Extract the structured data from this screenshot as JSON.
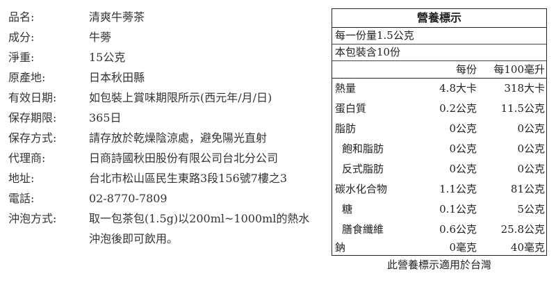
{
  "product_info": [
    {
      "label": "品名:",
      "value": "清爽牛蒡茶"
    },
    {
      "label": "成分:",
      "value": "牛蒡"
    },
    {
      "label": "淨重:",
      "value": "15公克"
    },
    {
      "label": "原產地:",
      "value": "日本秋田縣"
    },
    {
      "label": "有效日期:",
      "value": "如包裝上賞味期限所示(西元年/月/日)"
    },
    {
      "label": "保存期限:",
      "value": "365日"
    },
    {
      "label": "保存方式:",
      "value": "請存放於乾燥陰涼處，避免陽光直射"
    },
    {
      "label": "代理商:",
      "value": "日商詩國秋田股份有限公司台北分公司"
    },
    {
      "label": "地址:",
      "value": "台北市松山區民生東路3段156號7樓之3"
    },
    {
      "label": "電話:",
      "value": "02-8770-7809"
    },
    {
      "label": "沖泡方式:",
      "value": "取一包茶包(1.5g)以200ml~1000ml的熱水"
    }
  ],
  "brewing_continued": "沖泡後即可飲用。",
  "nutrition": {
    "title": "營養標示",
    "serving_size": "每一份量1.5公克",
    "servings_per_package": "本包裝含10份",
    "col_per_serving": "每份",
    "col_per_100": "每100毫升",
    "rows": [
      {
        "name": "熱量",
        "per_serving": "4.8大卡",
        "per_100": "318大卡"
      },
      {
        "name": "蛋白質",
        "per_serving": "0.2公克",
        "per_100": "11.5公克"
      },
      {
        "name": "脂肪",
        "per_serving": "0公克",
        "per_100": "0公克"
      },
      {
        "name": "飽和脂肪",
        "per_serving": "0公克",
        "per_100": "0公克"
      },
      {
        "name": "反式脂肪",
        "per_serving": "0公克",
        "per_100": "0公克"
      },
      {
        "name": "碳水化合物",
        "per_serving": "1.1公克",
        "per_100": "81公克"
      },
      {
        "name": "糖",
        "per_serving": "0.1公克",
        "per_100": "5公克"
      },
      {
        "name": "膳食纖維",
        "per_serving": "0.6公克",
        "per_100": "25.8公克"
      },
      {
        "name": "鈉",
        "per_serving": "0毫克",
        "per_100": "40毫克"
      }
    ],
    "footnote": "此營養標示適用於台灣"
  }
}
